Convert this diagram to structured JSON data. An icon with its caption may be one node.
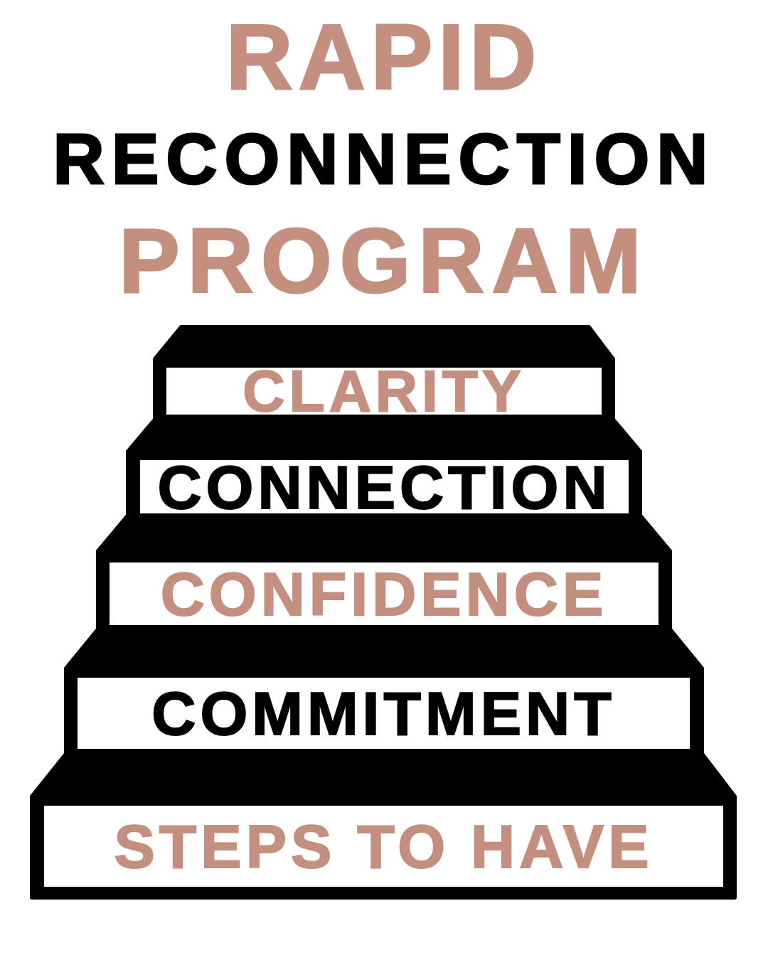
{
  "diagram": {
    "title": "RAPID RECONNECTION PROGRAM",
    "nodes": [
      {
        "text": [
          "CLARITY"
        ]
      },
      {
        "text": [
          "CONNECTION"
        ]
      },
      {
        "text": [
          "CONFIDENCE"
        ]
      },
      {
        "text": [
          "COMMITMENT"
        ]
      },
      {
        "text": [
          "STEPS TO HAVE"
        ]
      }
    ]
  }
}
